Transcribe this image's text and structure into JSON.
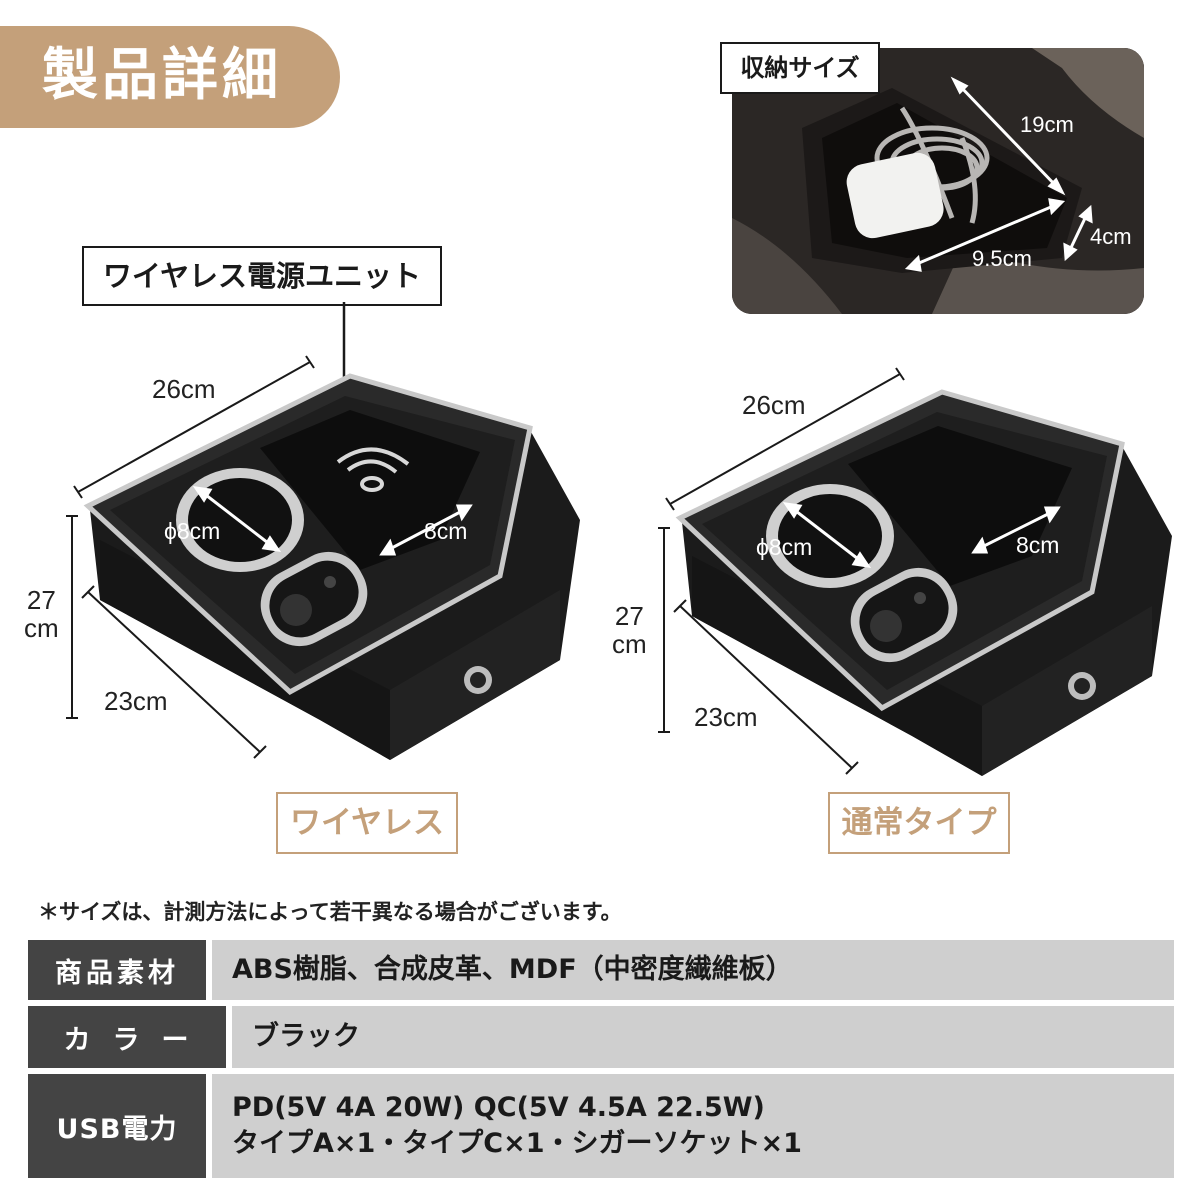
{
  "header": {
    "title": "製品詳細"
  },
  "storage": {
    "label": "収納サイズ",
    "dims": {
      "depth": "19cm",
      "height": "4cm",
      "width": "9.5cm"
    }
  },
  "wireless_callout": "ワイヤレス電源ユニット",
  "products": [
    {
      "tag": "ワイヤレス",
      "dims": {
        "top": "26cm",
        "height_num": "27",
        "height_unit": "cm",
        "side": "23cm",
        "cup": "ϕ8cm",
        "tray": "8cm"
      }
    },
    {
      "tag": "通常タイプ",
      "dims": {
        "top": "26cm",
        "height_num": "27",
        "height_unit": "cm",
        "side": "23cm",
        "cup": "ϕ8cm",
        "tray": "8cm"
      }
    }
  ],
  "note": "＊サイズは、計測方法によって若干異なる場合がございます。",
  "specs": [
    {
      "label": "商品素材",
      "lines": [
        "ABS樹脂、合成皮革、MDF（中密度繊維板）"
      ]
    },
    {
      "label": "カラー",
      "lines": [
        "ブラック"
      ]
    },
    {
      "label": "USB電力",
      "lines": [
        "PD(5V 4A 20W) QC(5V 4.5A 22.5W)",
        "タイプA×1・タイプC×1・シガーソケット×1"
      ]
    }
  ],
  "colors": {
    "accent": "#c4a07a",
    "table_head": "#444444",
    "table_cell": "#cfcfcf"
  }
}
